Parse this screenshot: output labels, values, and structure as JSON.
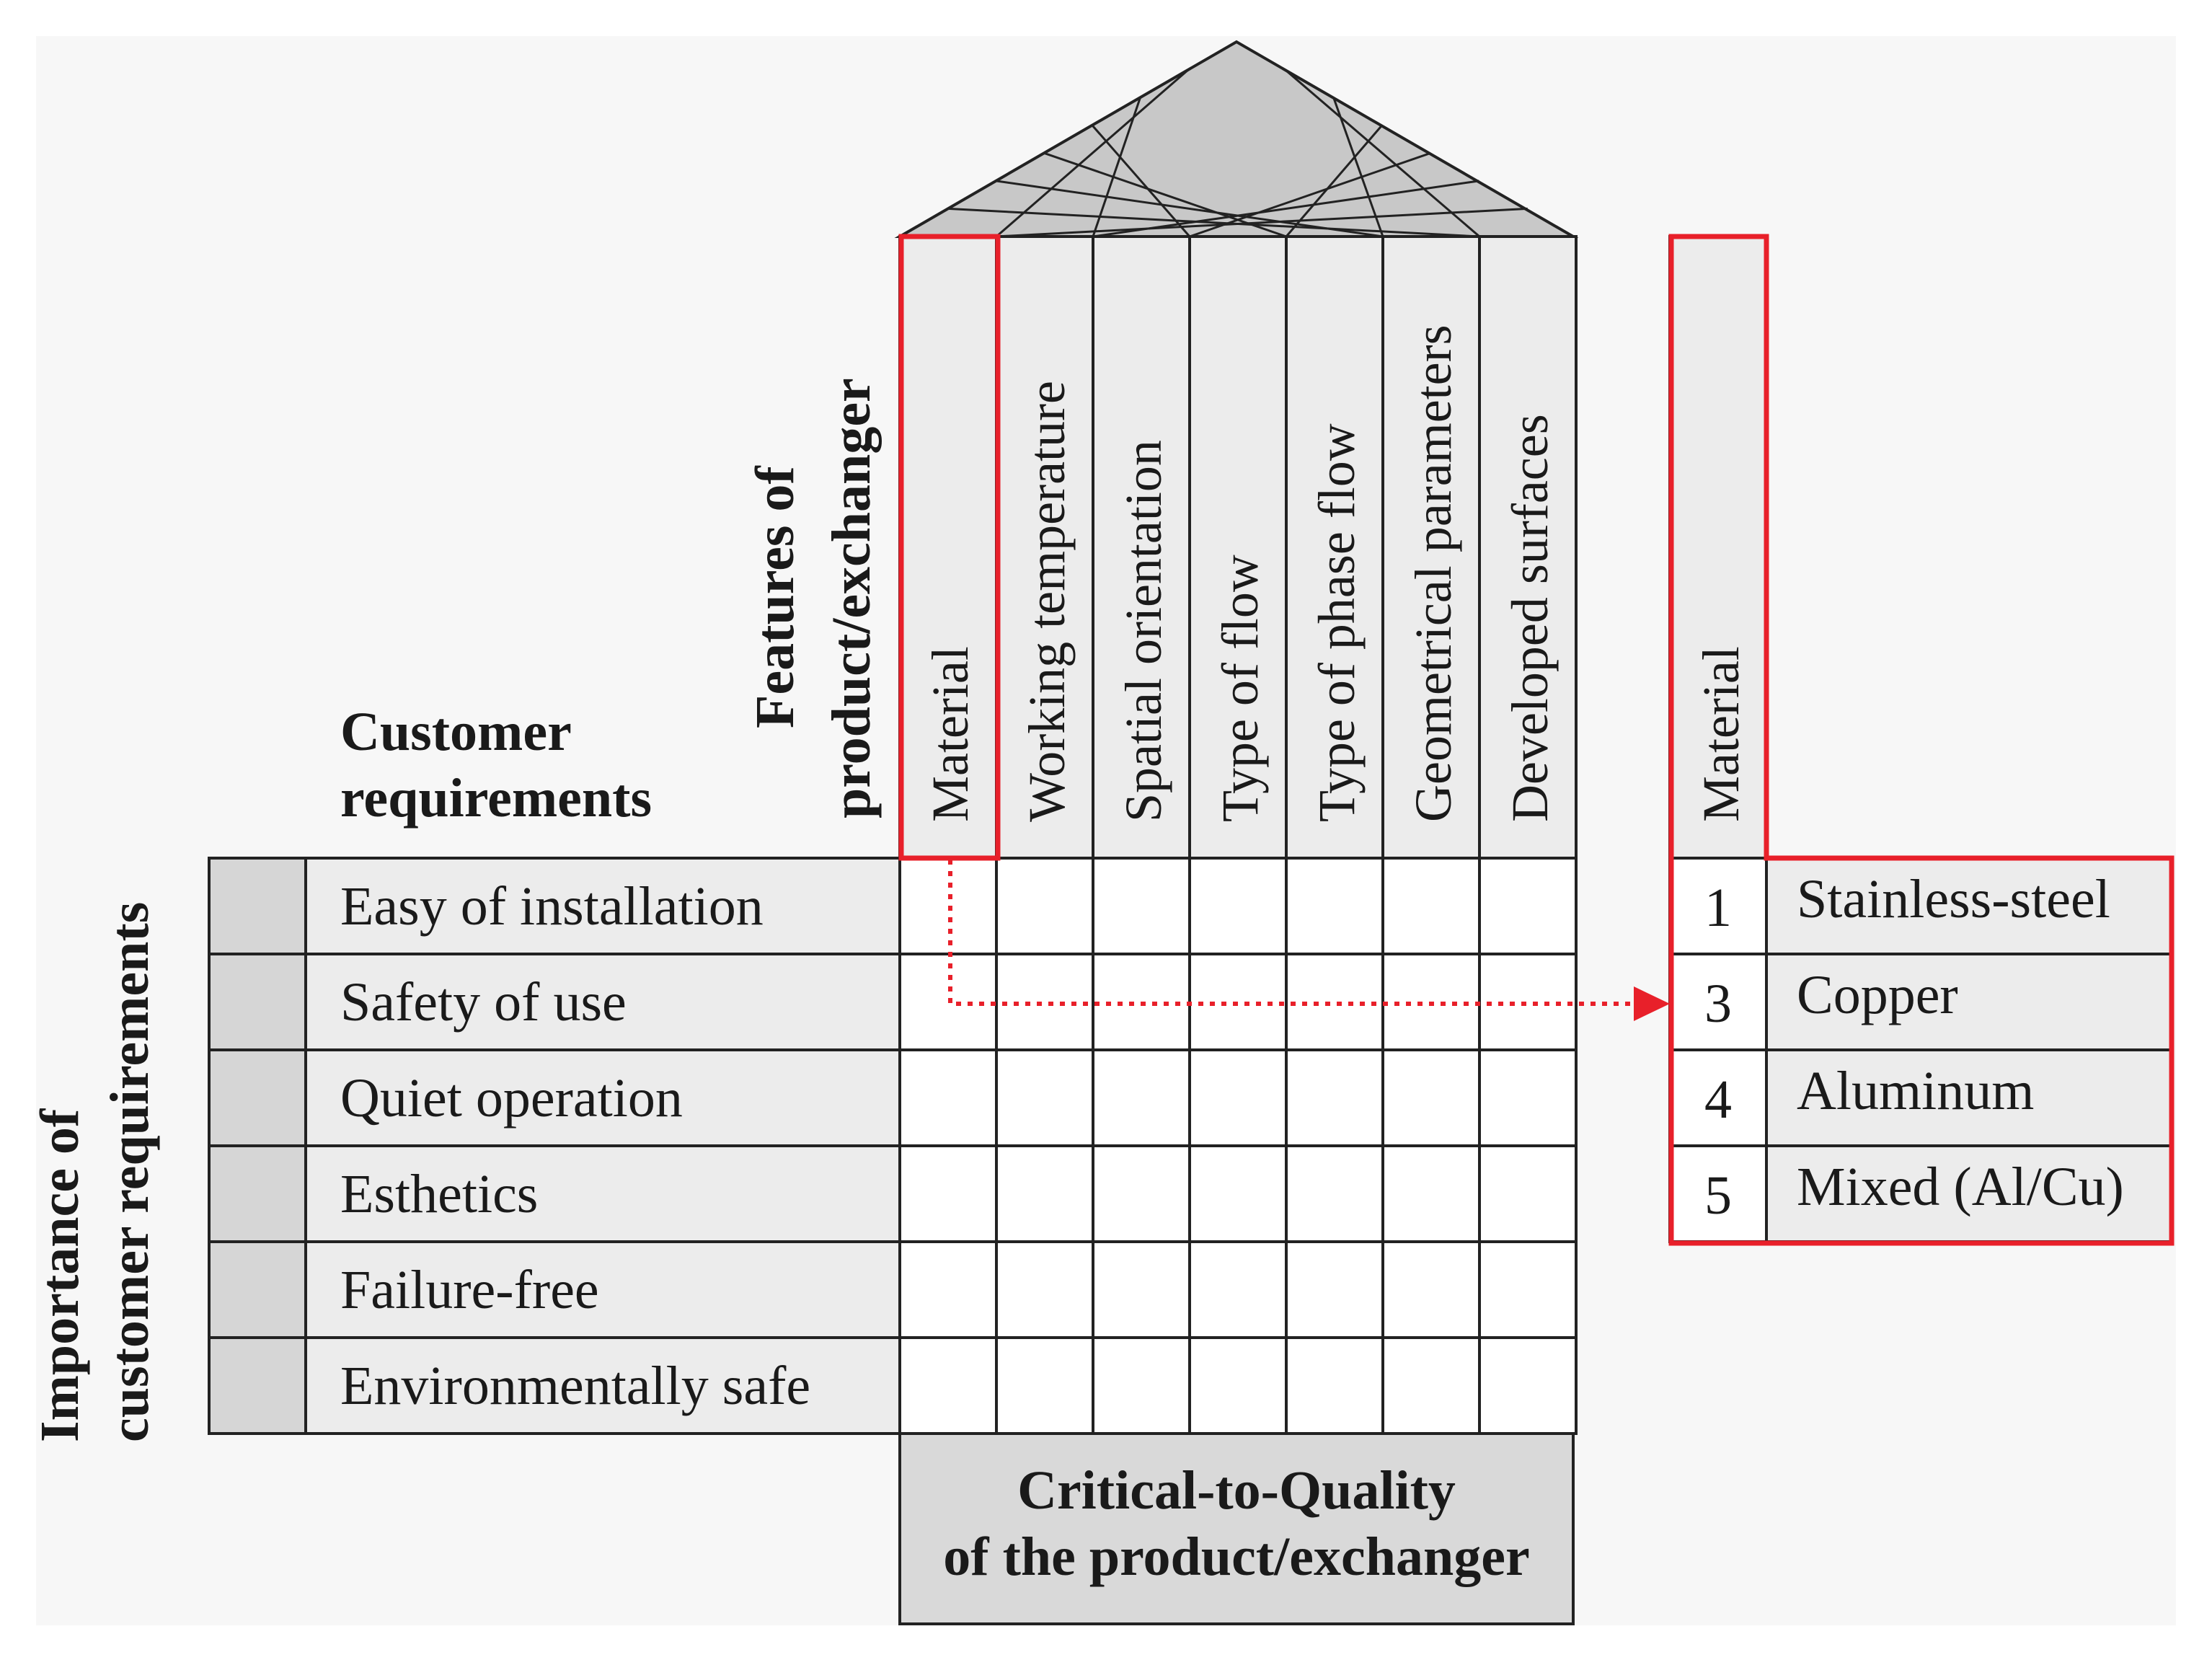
{
  "labels": {
    "customer_requirements": [
      "Customer",
      "requirements"
    ],
    "features": [
      "Features of",
      "product/exchanger"
    ],
    "importance": [
      "Importance of",
      "customer requirements"
    ],
    "ctq": [
      "Critical-to-Quality",
      "of the product/exchanger"
    ]
  },
  "features": [
    "Material",
    "Working temperature",
    "Spatial orientation",
    "Type of flow",
    "Type of phase flow",
    "Geometrical parameters",
    "Developed surfaces"
  ],
  "requirements": [
    "Easy of installation",
    "Safety of use",
    "Quiet operation",
    "Esthetics",
    "Failure-free",
    "Environmentally safe"
  ],
  "material_panel": {
    "header": "Material",
    "options": [
      {
        "rank": "1",
        "name": "Stainless-steel"
      },
      {
        "rank": "3",
        "name": "Copper"
      },
      {
        "rank": "4",
        "name": "Aluminum"
      },
      {
        "rank": "5",
        "name": "Mixed (Al/Cu)"
      }
    ]
  },
  "colors": {
    "background": "#f7f7f7",
    "header_fill": "#ececec",
    "importance_fill": "#d6d6d6",
    "ctq_fill": "#d9d9d9",
    "roof_fill": "#c8c8c8",
    "line": "#222222",
    "highlight": "#e8202a"
  }
}
